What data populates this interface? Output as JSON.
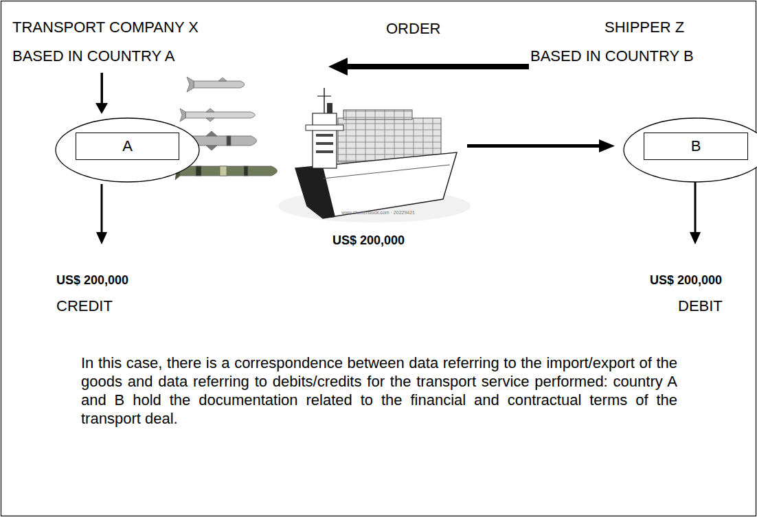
{
  "diagram": {
    "caption": "In this case, there is a correspondence between data referring to the import/export of the goods and data referring to debits/credits for the transport service performed: country A and B hold the documentation related to the financial and contractual terms of the transport deal.",
    "nodes": [
      {
        "text": [
          "A"
        ]
      },
      {
        "text": [
          "B"
        ]
      }
    ],
    "labels": [
      "TRANSPORT COMPANY X",
      "BASED IN COUNTRY A",
      "ORDER",
      "SHIPPER Z",
      "BASED IN COUNTRY B",
      "US$ 200,000",
      "www.shutterstock.com · 20229421",
      "US$ 200,000",
      "US$ 200,000",
      "CREDIT",
      "DEBIT"
    ]
  }
}
